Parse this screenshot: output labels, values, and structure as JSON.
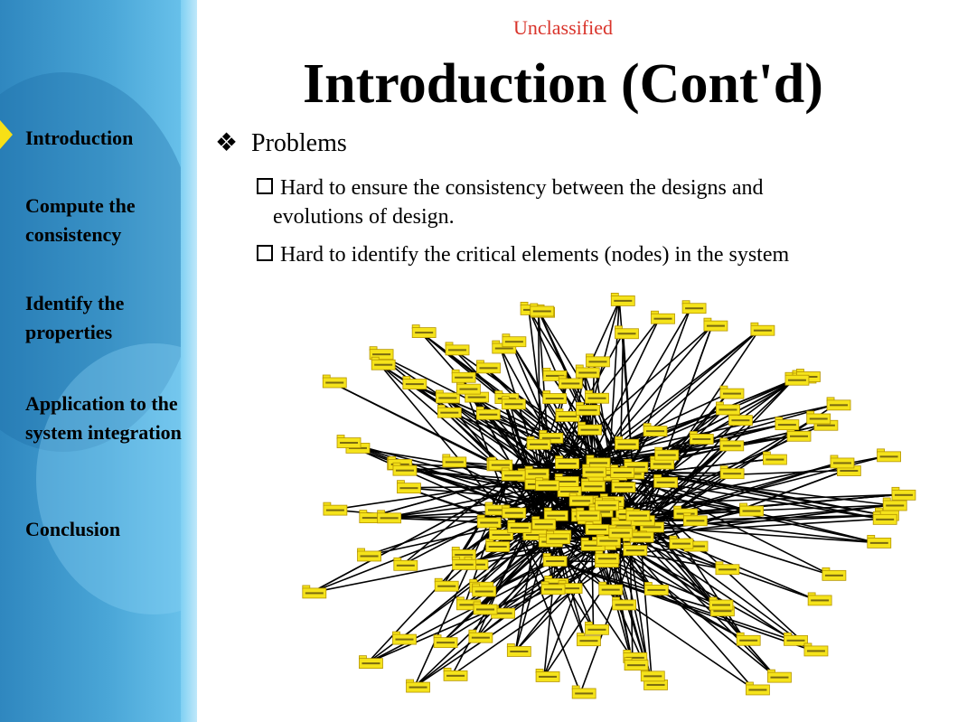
{
  "classification": "Unclassified",
  "title": "Introduction (Cont'd)",
  "sidebar": {
    "items": [
      {
        "label": "Introduction",
        "active": true
      },
      {
        "label": "Compute the consistency",
        "active": false
      },
      {
        "label": "Identify the properties",
        "active": false
      },
      {
        "label": "Application to the system integration",
        "active": false
      },
      {
        "label": "Conclusion",
        "active": false
      }
    ]
  },
  "main": {
    "bullet": "Problems",
    "subbullets": [
      {
        "line1": "Hard to ensure the consistency between the designs and",
        "line2": "evolutions of design."
      },
      {
        "line1": "Hard to identify the critical elements (nodes) in the system",
        "line2": ""
      }
    ]
  },
  "colors": {
    "classification": "#d9342b",
    "node_fill": "#f5e31b",
    "node_border": "#b59500",
    "sidebar_accent": "#f7e016"
  },
  "icons": {
    "bullet": "diamond-bullet-icon",
    "subbullet": "checkbox-icon",
    "active_marker": "triangle-marker-icon"
  }
}
